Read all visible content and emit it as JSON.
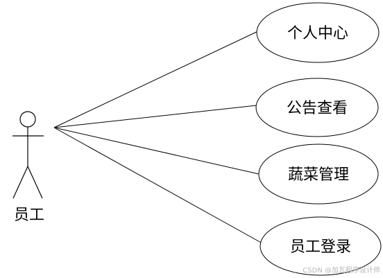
{
  "actor": {
    "label": "员工"
  },
  "use_cases": [
    {
      "label": "个人中心"
    },
    {
      "label": "公告查看"
    },
    {
      "label": "蔬菜管理"
    },
    {
      "label": "员工登录"
    }
  ],
  "watermark": "CSDN @加瓦程序设计师"
}
